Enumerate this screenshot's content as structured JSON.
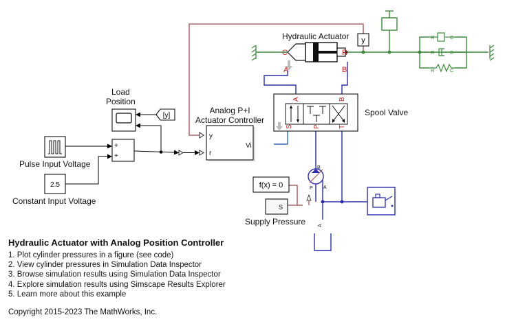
{
  "diagram": {
    "actuator_title": "Hydraulic Actuator",
    "load_position": "Load\nPosition",
    "controller_title": "Analog P+I\nActuator Controller",
    "spool_valve": "Spool Valve",
    "pulse_label": "Pulse Input Voltage",
    "constant_label": "Constant Input Voltage",
    "constant_value": "2.5",
    "supply_label": "Supply Pressure",
    "goto_y": "y",
    "from_y": "[y]",
    "fx_block": "f(x) = 0",
    "source_s": "S",
    "port_y": "y",
    "port_r": "r",
    "port_vi": "Vi",
    "port_c": "C",
    "port_r_act": "R",
    "port_a": "A",
    "port_b": "B",
    "port_s": "S",
    "port_p": "P",
    "port_t": "T",
    "plus": "+",
    "spring_r": "R",
    "spring_c": "C",
    "pump_b": "B",
    "pump_p": "P",
    "pump_a": "A",
    "tank_a": "A"
  },
  "title": "Hydraulic Actuator with Analog Position Controller",
  "steps": [
    "1. Plot cylinder pressures in a figure (see code)",
    "2. View cylinder pressures in Simulation Data Inspector",
    "3. Browse simulation results using Simulation Data Inspector",
    "4. Explore simulation results using Simscape Results Explorer",
    "5. Learn more about this example"
  ],
  "copyright": "Copyright 2015-2023 The MathWorks, Inc.",
  "colors": {
    "signal": "#000000",
    "hydraulic": "#2b2bb0",
    "mechanical": "#3a8a3a",
    "physical_signal": "#9a4a4a",
    "port_label": "#cc2222",
    "valve_blue": "#3366cc"
  }
}
